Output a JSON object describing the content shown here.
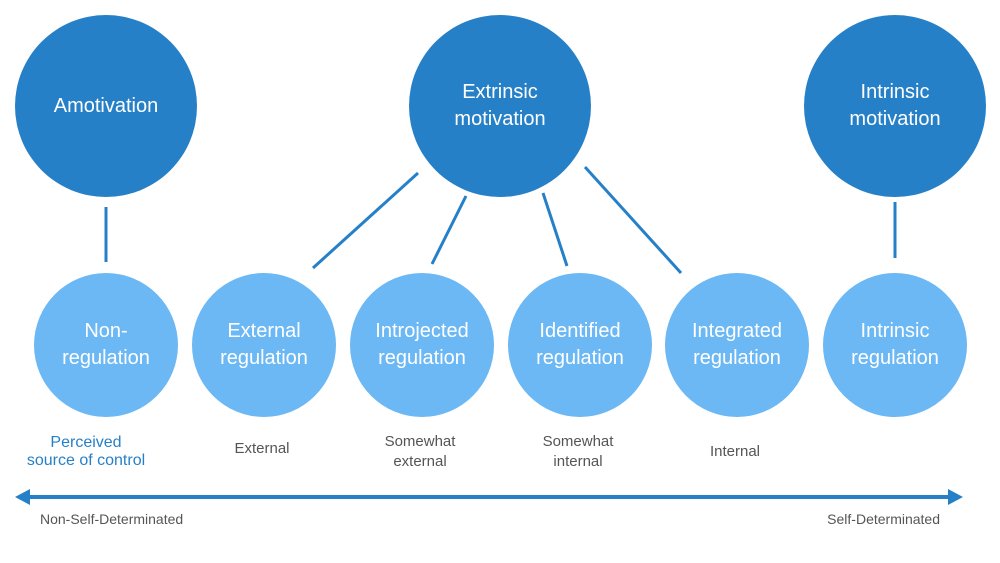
{
  "colors": {
    "dark_node": "#2680c8",
    "light_node": "#6cb8f4",
    "connector": "#2680c8",
    "axis": "#2680c8"
  },
  "top_nodes": [
    {
      "label": "Amotivation"
    },
    {
      "label": "Extrinsic\nmotivation"
    },
    {
      "label": "Intrinsic\nmotivation"
    }
  ],
  "regulation_nodes": [
    {
      "label": "Non-\nregulation"
    },
    {
      "label": "External\nregulation"
    },
    {
      "label": "Introjected\nregulation"
    },
    {
      "label": "Identified\nregulation"
    },
    {
      "label": "Integrated\nregulation"
    },
    {
      "label": "Intrinsic\nregulation"
    }
  ],
  "locus_title": "Perceived\nsource of control",
  "locus_labels": [
    "External",
    "Somewhat\nexternal",
    "Somewhat\ninternal",
    "Internal"
  ],
  "axis": {
    "left_label": "Non-Self-Determinated",
    "right_label": "Self-Determinated"
  }
}
